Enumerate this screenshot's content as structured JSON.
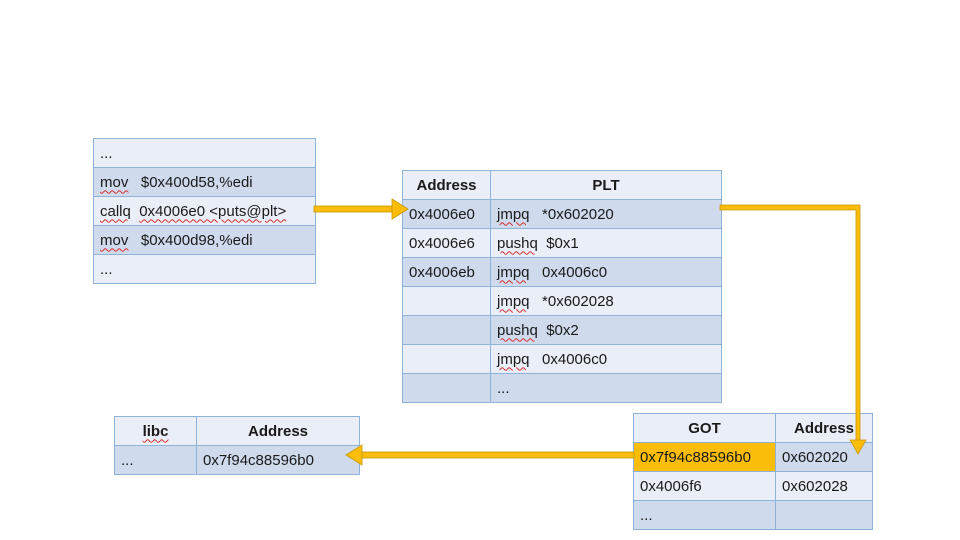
{
  "code": {
    "rows": [
      {
        "mnemonic": "...",
        "operand": ""
      },
      {
        "mnemonic": "mov",
        "operand": "$0x400d58,%edi"
      },
      {
        "mnemonic": "callq",
        "operand": "0x4006e0 <puts@plt>"
      },
      {
        "mnemonic": "mov",
        "operand": "$0x400d98,%edi"
      },
      {
        "mnemonic": "...",
        "operand": ""
      }
    ]
  },
  "plt": {
    "headers": [
      "Address",
      "PLT"
    ],
    "rows": [
      {
        "address": "0x4006e0",
        "mnemonic": "jmpq",
        "operand": "*0x602020"
      },
      {
        "address": "0x4006e6",
        "mnemonic": "pushq",
        "operand": "$0x1"
      },
      {
        "address": "0x4006eb",
        "mnemonic": "jmpq",
        "operand": "0x4006c0"
      },
      {
        "address": "",
        "mnemonic": "jmpq",
        "operand": "*0x602028"
      },
      {
        "address": "",
        "mnemonic": "pushq",
        "operand": "$0x2"
      },
      {
        "address": "",
        "mnemonic": "jmpq",
        "operand": "0x4006c0"
      },
      {
        "address": "",
        "mnemonic": "...",
        "operand": ""
      }
    ]
  },
  "got": {
    "headers": [
      "GOT",
      "Address"
    ],
    "rows": [
      {
        "value": "0x7f94c88596b0",
        "address": "0x602020"
      },
      {
        "value": "0x4006f6",
        "address": "0x602028"
      },
      {
        "value": "...",
        "address": ""
      }
    ]
  },
  "libc": {
    "headers": [
      "libc",
      "Address"
    ],
    "rows": [
      {
        "name": "...",
        "address": "0x7f94c88596b0"
      }
    ]
  },
  "colors": {
    "arrow": "#fbbd08",
    "arrow_outline": "#c99700",
    "border": "#8fb2d9",
    "row_light": "#e9eef7",
    "row_dark": "#cfdaed",
    "highlight": "#fbbd08"
  }
}
